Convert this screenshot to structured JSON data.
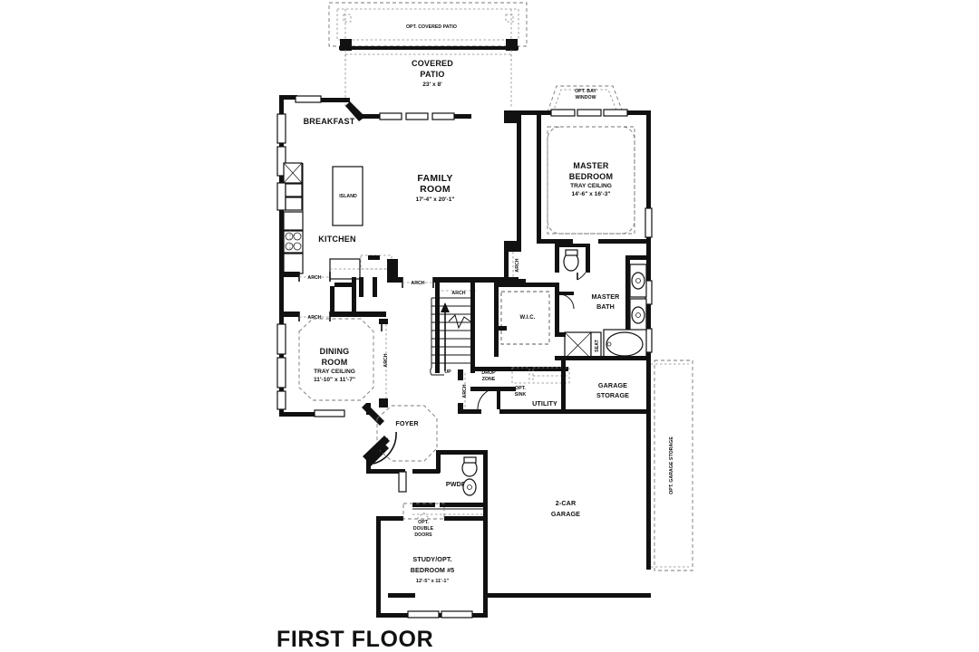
{
  "document": {
    "title": "FIRST FLOOR",
    "type": "architectural-floor-plan"
  },
  "rooms": {
    "covered_patio": {
      "name": "COVERED",
      "name2": "PATIO",
      "dimensions": "23' x 8'"
    },
    "opt_covered_patio": {
      "label": "OPT. COVERED PATIO"
    },
    "breakfast": {
      "name": "BREAKFAST"
    },
    "family_room": {
      "name": "FAMILY",
      "name2": "ROOM",
      "dimensions": "17'-4\" x 20'-1\""
    },
    "kitchen": {
      "name": "KITCHEN",
      "island": "ISLAND"
    },
    "dining_room": {
      "name": "DINING",
      "name2": "ROOM",
      "ceiling": "TRAY CEILING",
      "dimensions": "11'-10\" x 11'-7\""
    },
    "master_bedroom": {
      "name": "MASTER",
      "name2": "BEDROOM",
      "ceiling": "TRAY CEILING",
      "dimensions": "14'-6\" x 16'-3\""
    },
    "opt_bay_window": {
      "label": "OPT. BAY",
      "label2": "WINDOW"
    },
    "master_bath": {
      "name": "MASTER",
      "name2": "BATH",
      "seat": "SEAT"
    },
    "wic": {
      "name": "W.I.C."
    },
    "utility": {
      "name": "UTILITY",
      "opt_sink": "OPT.",
      "opt_sink2": "SINK"
    },
    "drop_zone": {
      "name": "DROP",
      "name2": "ZONE"
    },
    "garage_storage": {
      "name": "GARAGE",
      "name2": "STORAGE"
    },
    "opt_garage_storage": {
      "label": "OPT. GARAGE STORAGE"
    },
    "foyer": {
      "name": "FOYER"
    },
    "powder": {
      "name": "PWDR"
    },
    "study": {
      "name": "STUDY/OPT.",
      "name2": "BEDROOM #5",
      "dimensions": "12'-5\" x 11'-1\""
    },
    "garage": {
      "name": "2-CAR",
      "name2": "GARAGE"
    },
    "opt_double_doors": {
      "label": "OPT.",
      "label2": "DOUBLE",
      "label3": "DOORS"
    },
    "stairs": {
      "direction": "UP"
    }
  },
  "openings": {
    "arch_1": "ARCH",
    "arch_2": "ARCH",
    "arch_3": "ARCH",
    "arch_4": "ARCH",
    "arch_5": "ARCH",
    "arch_6": "ARCH",
    "arch_7": "ARCH"
  },
  "colors": {
    "wall": "#111111",
    "background": "#ffffff",
    "optional_dash": "#777777",
    "text": "#111111"
  }
}
